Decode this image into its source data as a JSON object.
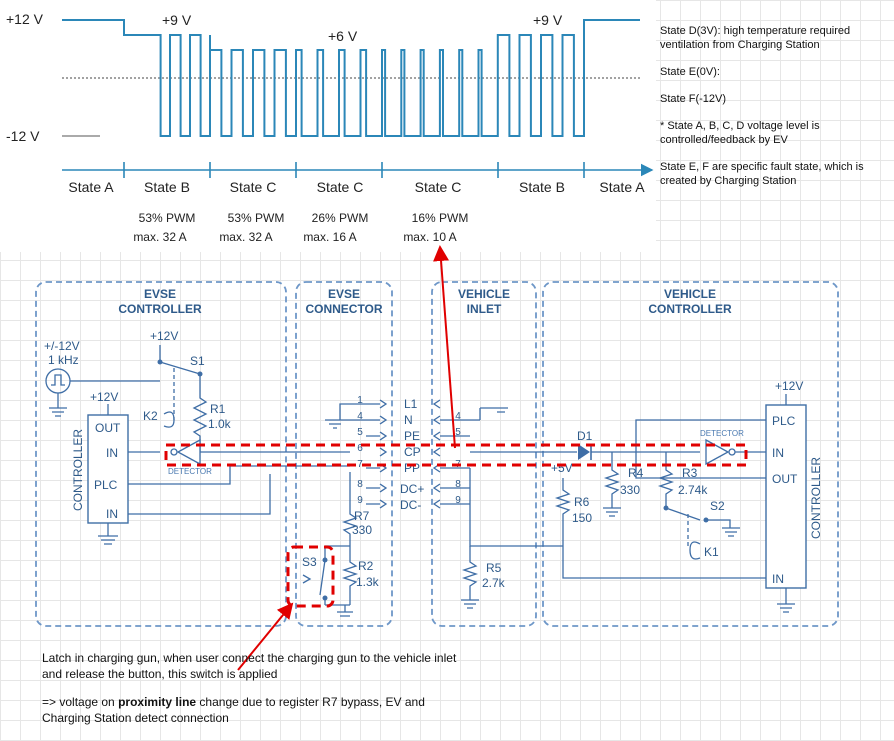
{
  "colors": {
    "wire": "#3f6ea6",
    "box": "#6e97c8",
    "highlight": "#e00000",
    "background": "#ffffff",
    "pwm": "#2b87b8"
  },
  "waveform": {
    "y_labels": {
      "top": "+12 V",
      "bottom": "-12 V"
    },
    "level_labels": [
      "+9 V",
      "+6 V",
      "+9 V"
    ],
    "states": [
      "State A",
      "State B",
      "State C",
      "State C",
      "State C",
      "State B",
      "State A"
    ],
    "pwm": [
      {
        "duty": "53% PWM",
        "current": "max. 32 A"
      },
      {
        "duty": "53% PWM",
        "current": "max. 32 A"
      },
      {
        "duty": "26% PWM",
        "current": "max. 16 A"
      },
      {
        "duty": "16% PWM",
        "current": "max. 10 A"
      }
    ]
  },
  "notes": {
    "state_d": "State D(3V): high temperature required ventilation from Charging Station",
    "state_e": "State E(0V):",
    "state_f": "State F(-12V)",
    "abcd": "* State A, B, C, D voltage level is controlled/feedback by EV",
    "ef": "State E, F are specific fault state, which is created by Charging Station"
  },
  "diagram": {
    "boxes": {
      "evse_controller": "EVSE CONTROLLER",
      "evse_connector": "EVSE CONNECTOR",
      "vehicle_inlet": "VEHICLE INLET",
      "vehicle_controller": "VEHICLE CONTROLLER"
    },
    "source": {
      "volt": "+/-12V",
      "freq": "1 kHz"
    },
    "supply": "+12V",
    "supply_5v": "+5V",
    "controller": "CONTROLLER",
    "evse_pins": [
      "OUT",
      "IN",
      "PLC",
      "IN"
    ],
    "vehicle_pins": [
      "PLC",
      "IN",
      "OUT",
      "IN"
    ],
    "detector": "DETECTOR",
    "switches": [
      "S1",
      "S2",
      "S3"
    ],
    "relays": [
      "K2",
      "K1"
    ],
    "diode": "D1",
    "resistors": [
      {
        "name": "R1",
        "value": "1.0k"
      },
      {
        "name": "R2",
        "value": "1.3k"
      },
      {
        "name": "R3",
        "value": "2.74k"
      },
      {
        "name": "R4",
        "value": "330"
      },
      {
        "name": "R5",
        "value": "2.7k"
      },
      {
        "name": "R6",
        "value": "150"
      },
      {
        "name": "R7",
        "value": "330"
      }
    ],
    "pin_numbers": [
      "1",
      "4",
      "5",
      "6",
      "7",
      "8",
      "9"
    ],
    "line_names": [
      "L1",
      "N",
      "PE",
      "CP",
      "PP",
      "DC+",
      "DC-"
    ]
  },
  "bottom_note": {
    "line1": "Latch in charging gun, when user connect the charging gun to the vehicle inlet and release the button, this switch is applied",
    "line2_prefix": "=> voltage on ",
    "line2_bold": "proximity line",
    "line2_suffix": " change due to register R7 bypass, EV and Charging Station detect connection"
  }
}
